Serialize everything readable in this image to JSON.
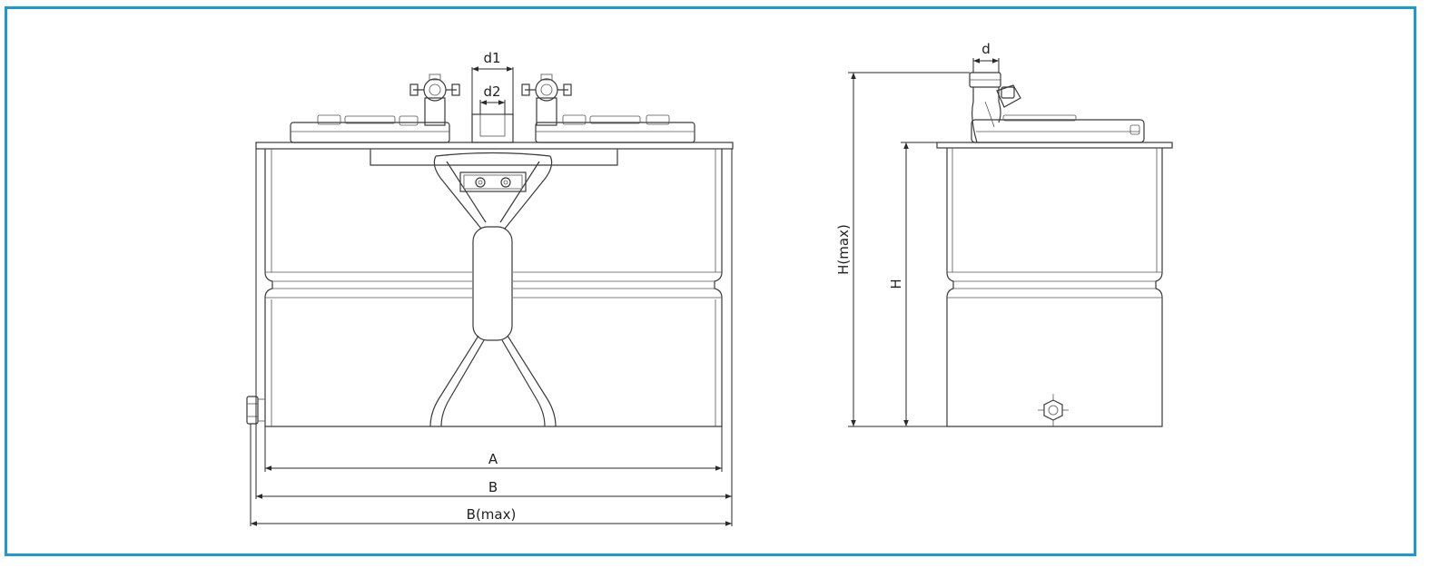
{
  "frame": {
    "border_color": "#1a9ad6"
  },
  "dimensions": {
    "front": {
      "d1": "d1",
      "d2": "d2",
      "A": "A",
      "B": "B",
      "B_max": "B(max)"
    },
    "side": {
      "d": "d",
      "H": "H",
      "H_max": "H(max)"
    }
  }
}
